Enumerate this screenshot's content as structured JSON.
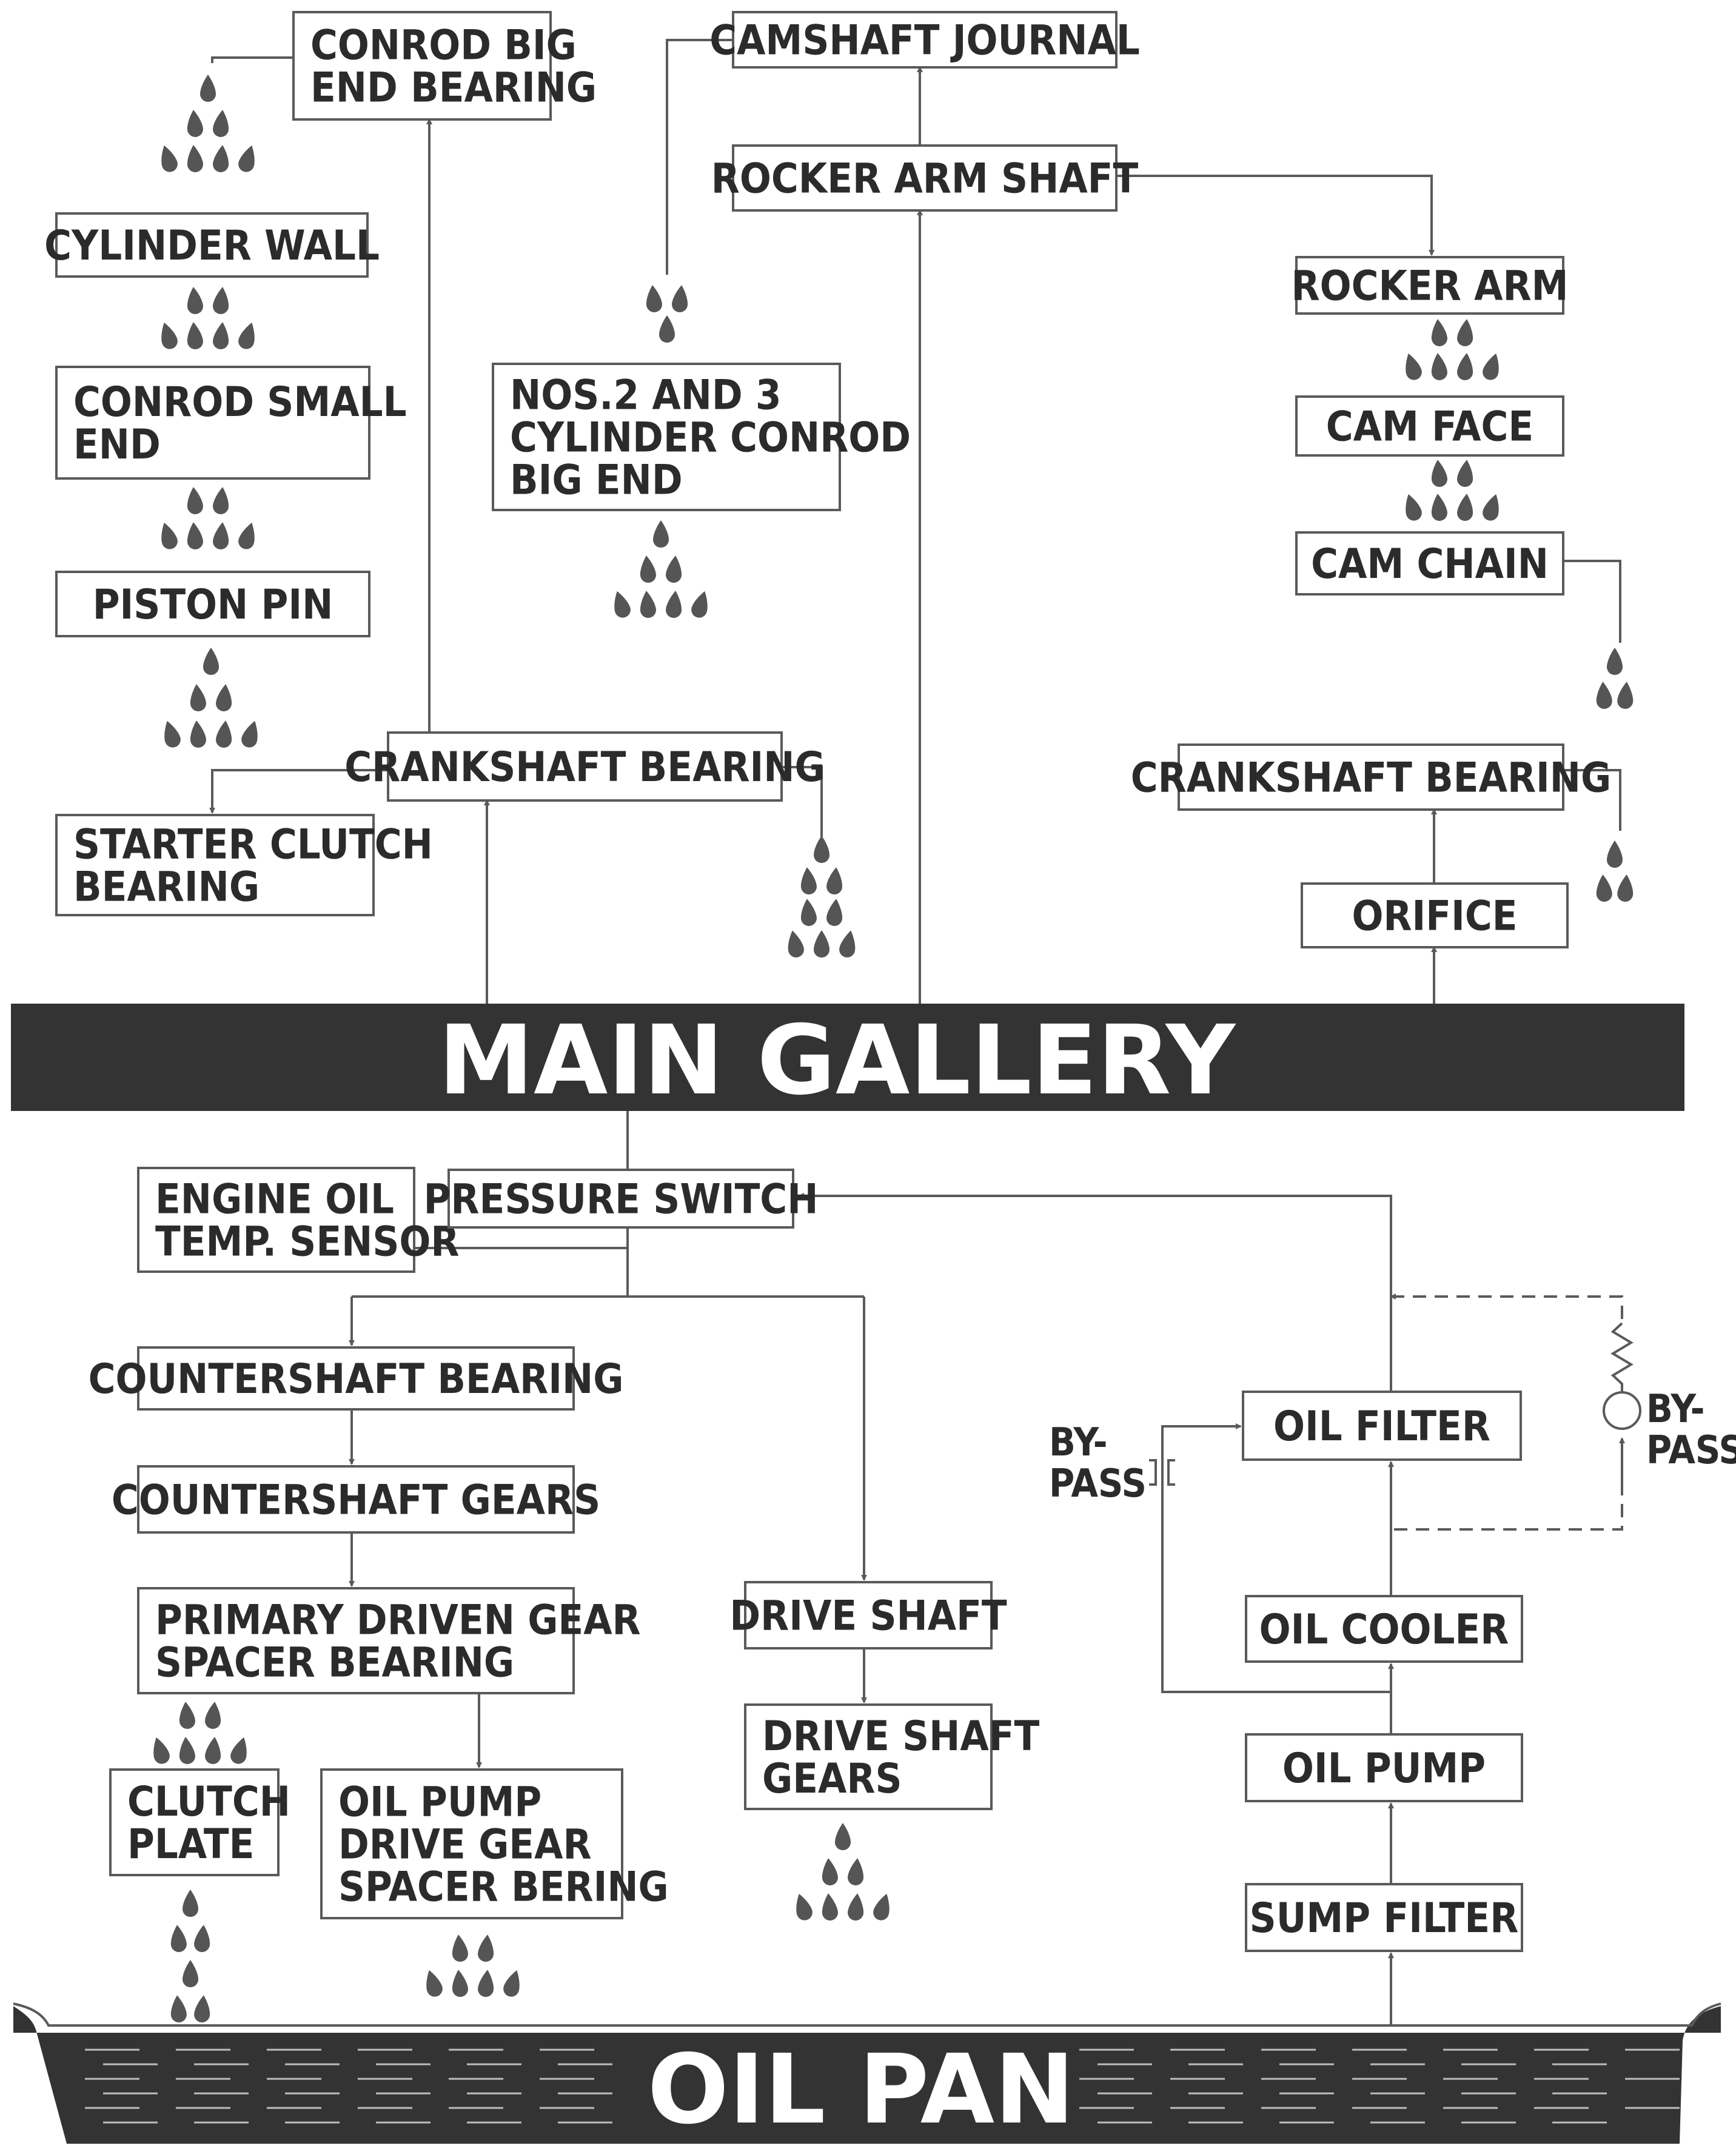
{
  "main_gallery": "MAIN GALLERY",
  "oil_pan": "OIL PAN",
  "boxes": {
    "conrod_big_end_bearing": [
      "CONROD BIG",
      "END BEARING"
    ],
    "camshaft_journal": [
      "CAMSHAFT JOURNAL"
    ],
    "rocker_arm_shaft": [
      "ROCKER ARM SHAFT"
    ],
    "cylinder_wall": [
      "CYLINDER WALL"
    ],
    "rocker_arm": [
      "ROCKER ARM"
    ],
    "conrod_small_end": [
      "CONROD SMALL",
      "END"
    ],
    "nos_2_3_conrod": [
      "NOS.2 AND 3",
      "CYLINDER CONROD",
      "BIG END"
    ],
    "cam_face": [
      "CAM FACE"
    ],
    "cam_chain": [
      "CAM CHAIN"
    ],
    "piston_pin": [
      "PISTON PIN"
    ],
    "crankshaft_bearing_left": [
      "CRANKSHAFT BEARING"
    ],
    "crankshaft_bearing_right": [
      "CRANKSHAFT BEARING"
    ],
    "starter_clutch_bearing": [
      "STARTER CLUTCH",
      "BEARING"
    ],
    "orifice": [
      "ORIFICE"
    ],
    "engine_oil_temp_sensor": [
      "ENGINE OIL",
      "TEMP. SENSOR"
    ],
    "pressure_switch": [
      "PRESSURE SWITCH"
    ],
    "countershaft_bearing": [
      "COUNTERSHAFT BEARING"
    ],
    "countershaft_gears": [
      "COUNTERSHAFT GEARS"
    ],
    "oil_filter": [
      "OIL FILTER"
    ],
    "primary_driven_gear": [
      "PRIMARY DRIVEN GEAR",
      "SPACER BEARING"
    ],
    "drive_shaft": [
      "DRIVE SHAFT"
    ],
    "oil_cooler": [
      "OIL COOLER"
    ],
    "clutch_plate": [
      "CLUTCH",
      "PLATE"
    ],
    "oil_pump_drive_gear": [
      "OIL PUMP",
      "DRIVE GEAR",
      "SPACER BERING"
    ],
    "drive_shaft_gears": [
      "DRIVE SHAFT",
      "GEARS"
    ],
    "oil_pump": [
      "OIL PUMP"
    ],
    "sump_filter": [
      "SUMP FILTER"
    ]
  },
  "bypass_left": [
    "BY-",
    "PASS"
  ],
  "bypass_right": [
    "BY-",
    "PASS"
  ]
}
